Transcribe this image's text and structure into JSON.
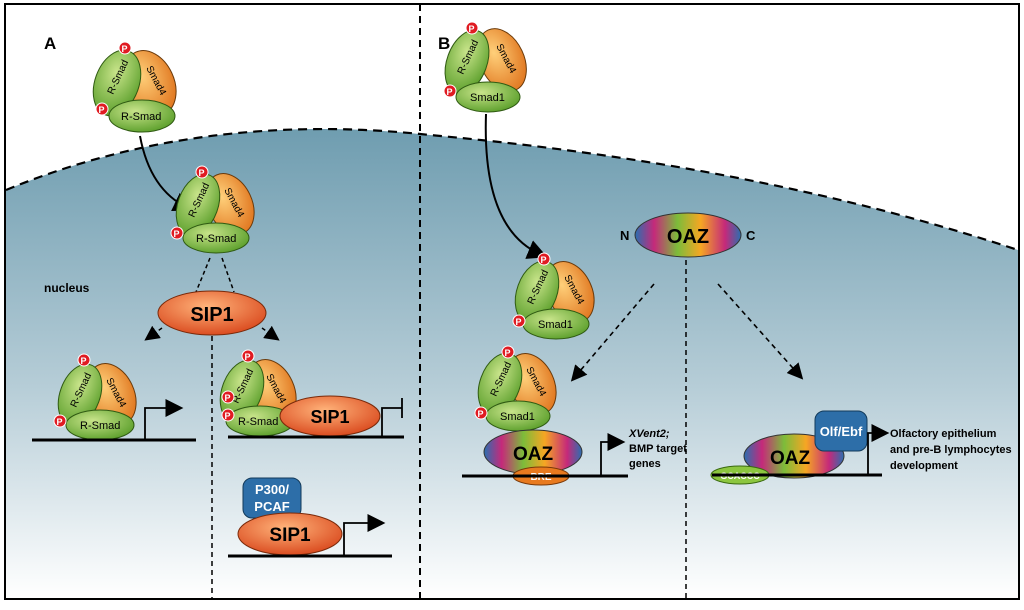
{
  "panels": {
    "a_label": "A",
    "b_label": "B"
  },
  "labels": {
    "nucleus": "nucleus",
    "r_smad": "R-Smad",
    "smad4": "Smad4",
    "smad1": "Smad1",
    "phospho": "P",
    "sip1": "SIP1",
    "p300_line1": "P300/",
    "p300_line2": "PCAF",
    "oaz": "OAZ",
    "n_term": "N",
    "c_term": "C",
    "bre": "BRE",
    "gcaccc": "GCACCC",
    "olf_ebf": "Olf/Ebf",
    "xvent_line1": "XVent2;",
    "xvent_line2": "BMP target",
    "xvent_line3": "genes",
    "olf_dev_line1": "Olfactory epithelium",
    "olf_dev_line2": "and pre-B lymphocytes",
    "olf_dev_line3": "development"
  },
  "colors": {
    "nucleus_top": "#7fa8b8",
    "nucleus_bottom": "#ffffff",
    "rsmad_green": "#7bbf3a",
    "smad4_orange": "#f0922e",
    "phospho_red": "#e01b22",
    "sip1_orange": "#e8541f",
    "p300_blue": "#2d6ea8",
    "oaz_gradient": [
      "#2a6fb0",
      "#c5297a",
      "#7cbc3a",
      "#f6a623",
      "#c5297a",
      "#2a6fb0"
    ],
    "bre_orange": "#e87a1f",
    "gcaccc_green": "#8cc63f"
  }
}
